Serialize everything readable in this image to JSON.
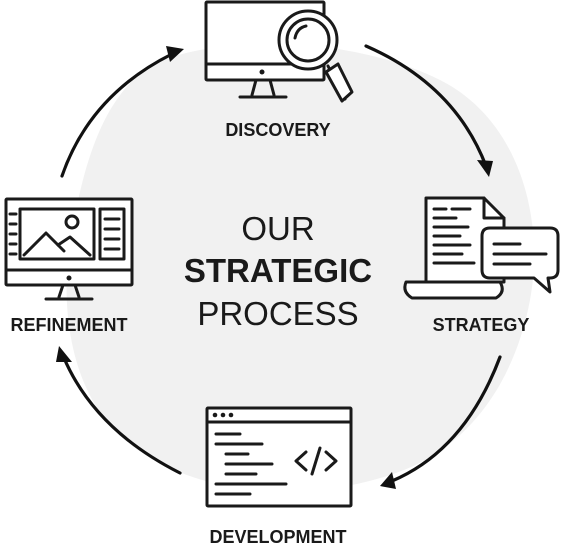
{
  "colors": {
    "background": "#ffffff",
    "blob": "#f1f1f1",
    "ink": "#1a1a1a"
  },
  "center": {
    "line1": "OUR",
    "line2": "STRATEGIC",
    "line3": "PROCESS"
  },
  "stages": [
    {
      "label": "DISCOVERY",
      "icon": "monitor-magnifier-icon"
    },
    {
      "label": "STRATEGY",
      "icon": "document-chat-icon"
    },
    {
      "label": "DEVELOPMENT",
      "icon": "code-window-icon"
    },
    {
      "label": "REFINEMENT",
      "icon": "monitor-image-editor-icon"
    }
  ]
}
